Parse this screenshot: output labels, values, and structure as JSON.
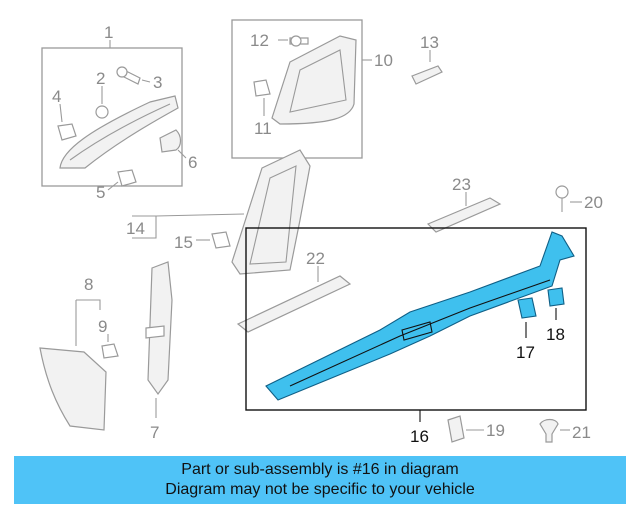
{
  "callouts": {
    "c1": "1",
    "c2": "2",
    "c3": "3",
    "c4": "4",
    "c5": "5",
    "c6": "6",
    "c7": "7",
    "c8": "8",
    "c9": "9",
    "c10": "10",
    "c11": "11",
    "c12": "12",
    "c13": "13",
    "c14": "14",
    "c15": "15",
    "c16": "16",
    "c17": "17",
    "c18": "18",
    "c19": "19",
    "c20": "20",
    "c21": "21",
    "c22": "22",
    "c23": "23"
  },
  "highlight_color": "#3fc0ee",
  "banner": {
    "line1": "Part or sub-assembly is #16 in diagram",
    "line2": "Diagram may not be specific to your vehicle",
    "color": "#4fc3f7"
  }
}
